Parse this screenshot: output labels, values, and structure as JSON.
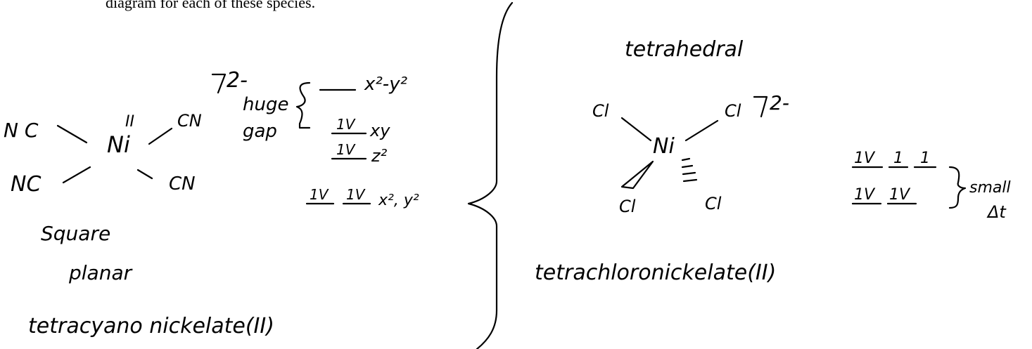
{
  "prompt_text": "diagram for each of these species.",
  "left": {
    "charge": "2-",
    "oxidation_state": "II",
    "ligands": {
      "top_left": "N C",
      "top_right": "CN",
      "bottom_left": "NC",
      "bottom_right": "CN"
    },
    "metal": "Ni",
    "gap_label": {
      "line1": "huge",
      "line2": "gap"
    },
    "orbitals": {
      "x2y2": {
        "label": "x²-y²",
        "electrons": ""
      },
      "xy": {
        "label": "xy",
        "electrons": "1V"
      },
      "z2": {
        "label": "z²",
        "electrons": "1V"
      },
      "xz_yz": {
        "label": "x², y²",
        "electrons_a": "1V",
        "electrons_b": "1V"
      }
    },
    "geometry": {
      "line1": "Square",
      "line2": "planar"
    },
    "name": "tetracyano nickelate(II)"
  },
  "right": {
    "geometry": "tetrahedral",
    "charge": "2-",
    "ligands": {
      "top_left": "Cl",
      "top_right": "Cl",
      "bottom_left": "Cl",
      "bottom_right": "Cl"
    },
    "metal": "Ni",
    "orbitals": {
      "upper": {
        "e1": "1V",
        "e2": "1",
        "e3": "1"
      },
      "lower": {
        "e1": "1V",
        "e2": "1V"
      }
    },
    "split_label": {
      "line1": "small",
      "line2": "Δt"
    },
    "name": "tetrachloronickelate(II)"
  }
}
